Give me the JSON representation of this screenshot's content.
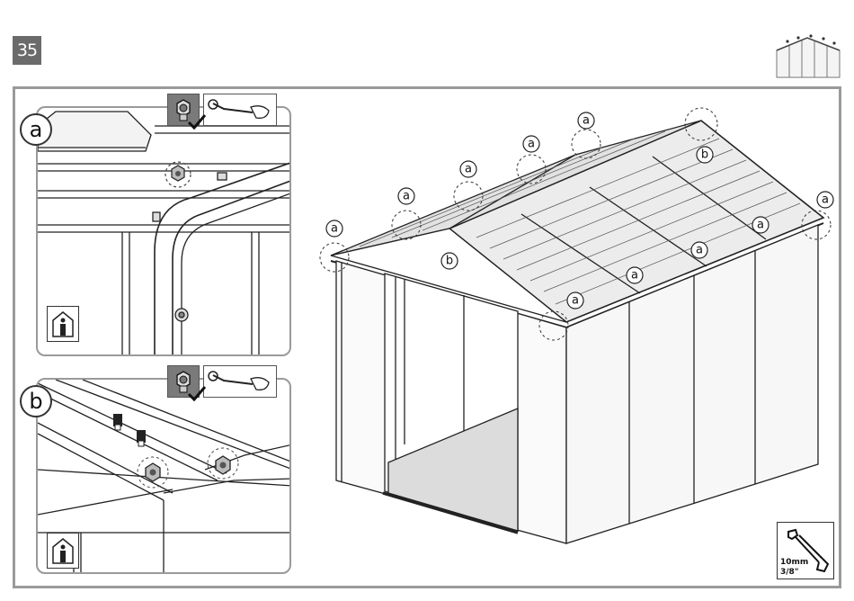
{
  "step": {
    "number": "35"
  },
  "insets": [
    {
      "id": "a",
      "label": "a"
    },
    {
      "id": "b",
      "label": "b"
    }
  ],
  "callouts": {
    "a": "a",
    "b": "b"
  },
  "tool": {
    "size_metric": "10mm",
    "size_imperial": "3/8\""
  },
  "icons": {
    "step_thumbnail": "shed-thumbnail-icon",
    "nut": "hex-nut-icon",
    "wrench_hand": "wrench-by-hand-icon",
    "check": "checkmark-icon",
    "person": "person-inside-icon",
    "wrench": "wrench-icon"
  },
  "colors": {
    "frame": "#9a9a9a",
    "badge": "#6b6b6b",
    "line": "#222222"
  }
}
